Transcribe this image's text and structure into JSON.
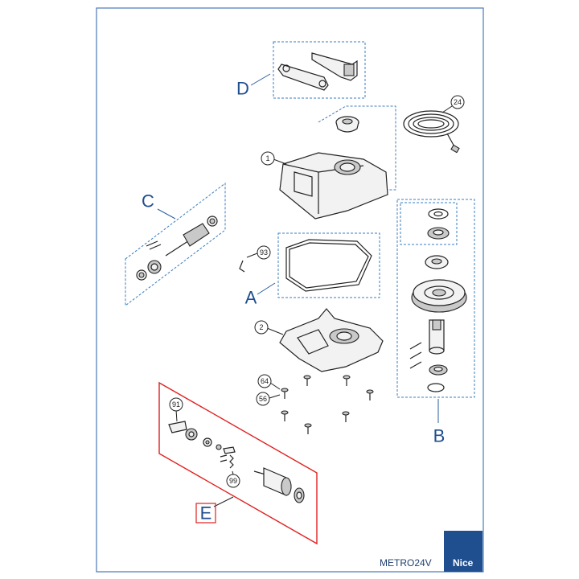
{
  "callouts": {
    "p1": "1",
    "p2": "2",
    "p24": "24",
    "p56": "56",
    "p64": "64",
    "p91": "91",
    "p93": "93",
    "p99": "99"
  },
  "groups": {
    "a": "A",
    "b": "B",
    "c": "C",
    "d": "D",
    "e": "E"
  },
  "footer": {
    "model": "METRO24V",
    "brand": "Nice"
  },
  "colors": {
    "frame": "#4a78b8",
    "group_outline": "#3a7cc0",
    "group_e_outline": "#e0201f",
    "brand_bg": "#1f4f8f",
    "letters": "#1f4f8f"
  }
}
